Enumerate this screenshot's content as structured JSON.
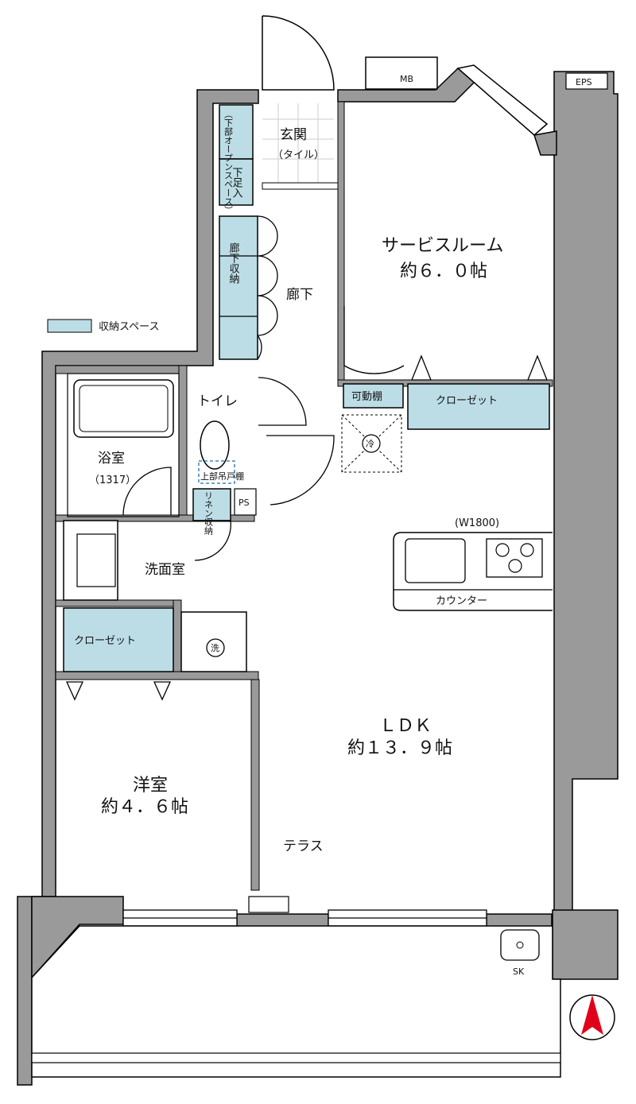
{
  "legend": {
    "storage_label": "収納スペース"
  },
  "rooms": {
    "entrance": {
      "name": "玄関",
      "note": "（タイル）"
    },
    "service_room": {
      "name": "サービスルーム",
      "size": "約６．０帖"
    },
    "corridor": {
      "name": "廊下"
    },
    "corridor_storage": {
      "name": "廊下収納"
    },
    "shoe_box": {
      "name": "下足入"
    },
    "under_open": {
      "name": "（下部オープンスペース）"
    },
    "toilet": {
      "name": "トイレ"
    },
    "toilet_cabinet": {
      "name": "上部吊戸棚"
    },
    "bath": {
      "name": "浴室",
      "size": "（1317）"
    },
    "linen": {
      "name": "リネン収納"
    },
    "ps": {
      "name": "PS"
    },
    "washroom": {
      "name": "洗面室"
    },
    "washer": {
      "name": "洗"
    },
    "closet_west": {
      "name": "クローゼット"
    },
    "western": {
      "name": "洋室",
      "size": "約４．６帖"
    },
    "shelf": {
      "name": "可動棚"
    },
    "closet_service": {
      "name": "クローゼット"
    },
    "fridge": {
      "name": "冷"
    },
    "kitchen_width": {
      "name": "(W1800)"
    },
    "counter": {
      "name": "カウンター"
    },
    "ldk": {
      "name": "ＬＤＫ",
      "size": "約１３．９帖"
    },
    "terrace": {
      "name": "テラス"
    },
    "sk": {
      "name": "SK"
    },
    "mb": {
      "name": "MB"
    },
    "eps": {
      "name": "EPS"
    }
  },
  "colors": {
    "storage": "#bcdde6",
    "wall": "#9a9a9a",
    "compass": "#e0001a"
  }
}
